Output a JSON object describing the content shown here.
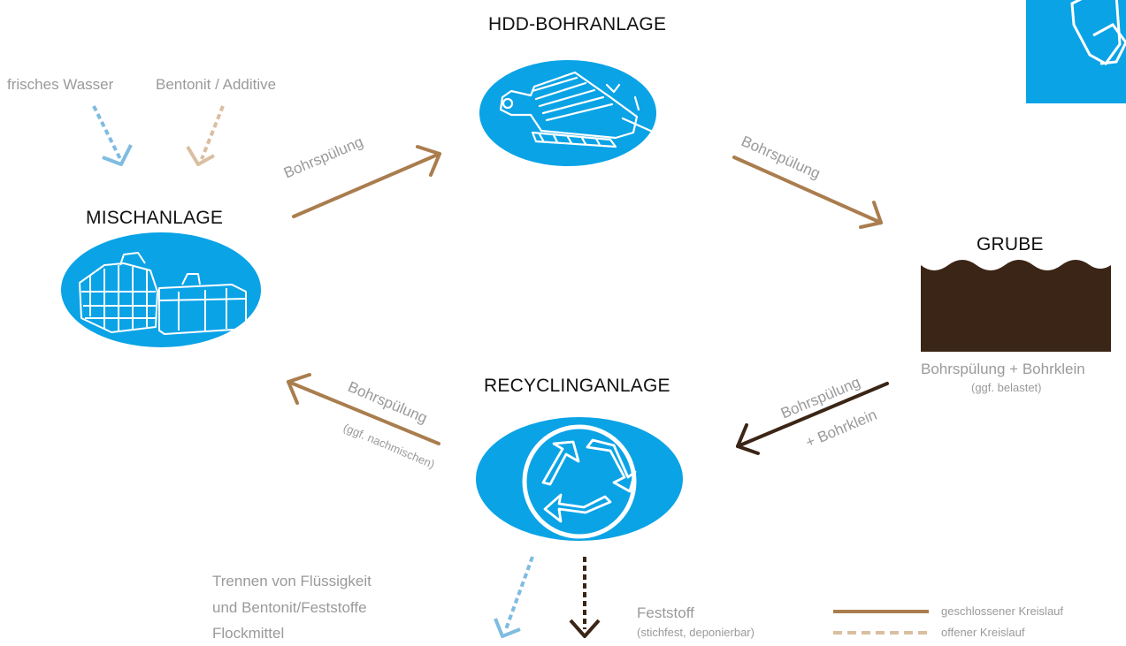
{
  "colors": {
    "blue": "#0AA3E6",
    "brown": "#AA7D4E",
    "dark_brown": "#3B2516",
    "sand": "#D9BFA0",
    "light_blue": "#7FBCE0",
    "grey_text": "#9A9A9A"
  },
  "nodes": {
    "hdd": {
      "title": "HDD-BOHRANLAGE",
      "icon": "drilling-rig-icon"
    },
    "mischanlage": {
      "title": "MISCHANLAGE",
      "icon": "mixing-plant-icon"
    },
    "grube": {
      "title": "GRUBE",
      "caption": "Bohrspülung + Bohrklein",
      "sub": "(ggf. belastet)"
    },
    "recycling": {
      "title": "RECYCLINGANLAGE",
      "icon": "recycle-icon"
    }
  },
  "inputs": {
    "water": "frisches Wasser",
    "bentonite": "Bentonit / Additive"
  },
  "edges": {
    "misch_to_hdd": "Bohrspülung",
    "hdd_to_grube": "Bohrspülung",
    "grube_to_recycling_1": "Bohrspülung",
    "grube_to_recycling_2": "+ Bohrklein",
    "recycling_to_misch": "Bohrspülung",
    "recycling_to_misch_sub": "(ggf. nachmischen)"
  },
  "outputs": {
    "separation_lines": [
      "Trennen von Flüssigkeit",
      "und Bentonit/Feststoffe",
      "Flockmittel"
    ],
    "solid_title": "Feststoff",
    "solid_sub": "(stichfest, deponierbar)"
  },
  "legend": {
    "closed": "geschlossener Kreislauf",
    "open": "offener Kreislauf"
  }
}
